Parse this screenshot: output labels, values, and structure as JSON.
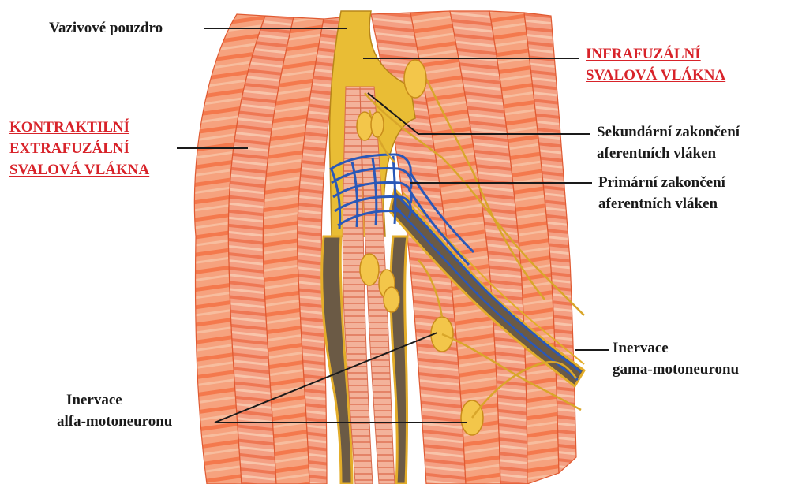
{
  "labels": {
    "capsule": "Vazivové pouzdro",
    "intrafusal": [
      "INFRAFUZÁLNÍ",
      "SVALOVÁ VLÁKNA"
    ],
    "extrafusal": [
      "KONTRAKTILNÍ",
      "EXTRAFUZÁLNÍ",
      "SVALOVÁ VLÁKNA"
    ],
    "secondary": [
      "Sekundární zakončení",
      "aferentních vláken"
    ],
    "primary": [
      "Primární zakončení",
      "aferentních vláken"
    ],
    "gamma": [
      "Inervace",
      "gama-motoneuronu"
    ],
    "alpha": [
      "Inervace",
      "alfa-motoneuronu"
    ]
  },
  "colors": {
    "heading": "#d8232a",
    "text": "#1a1a1a",
    "fiber_light": "#f7a47c",
    "fiber_dark": "#e0522a",
    "capsule": "#e8b92a",
    "capsule_shadow": "#6b5a45",
    "afferent": "#2a58b8",
    "nerve": "#d9a62a"
  }
}
